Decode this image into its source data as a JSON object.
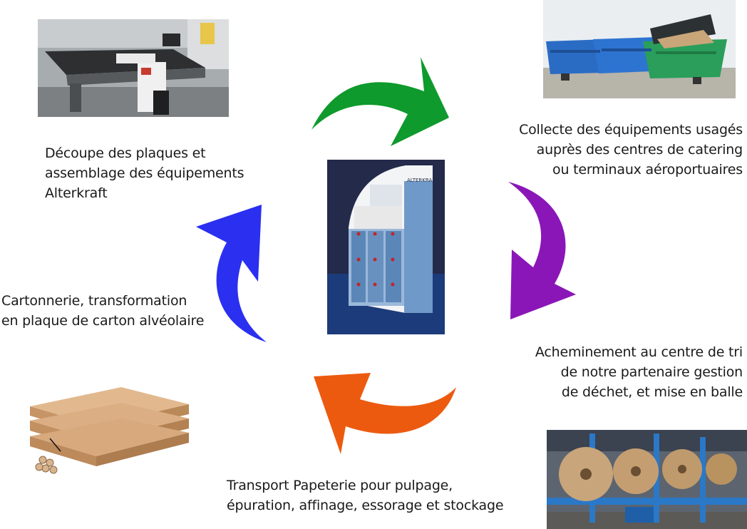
{
  "steps": [
    {
      "id": "decoupe",
      "lines": [
        "Découpe des plaques et",
        "assemblage des équipements",
        "Alterkraft"
      ]
    },
    {
      "id": "collecte",
      "lines": [
        "Collecte des équipements usagés",
        "auprès des centres de catering",
        "ou terminaux aéroportuaires"
      ]
    },
    {
      "id": "acheminement",
      "lines": [
        "Acheminement au centre de tri",
        "de notre partenaire gestion",
        "de déchet, et mise en balle"
      ]
    },
    {
      "id": "transport",
      "lines": [
        "Transport Papeterie pour pulpage,",
        "épuration, affinage, essorage et stockage"
      ]
    },
    {
      "id": "cartonnerie",
      "lines": [
        "Cartonnerie, transformation",
        "en plaque de carton alvéolaire"
      ]
    }
  ],
  "center": {
    "brand_text": "ALTERKRAFT"
  },
  "arrows": {
    "green": "#0e9a2c",
    "purple": "#8a16b8",
    "orange": "#ec5a10",
    "blue": "#2b2ff0"
  }
}
